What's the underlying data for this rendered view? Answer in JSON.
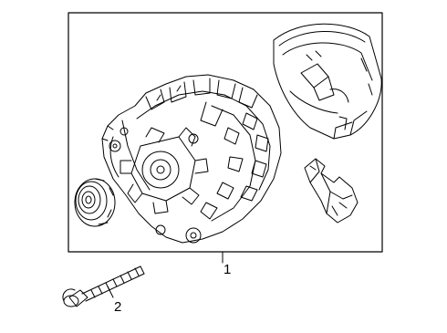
{
  "diagram": {
    "callouts": [
      {
        "id": "1",
        "text": "1"
      },
      {
        "id": "2",
        "text": "2"
      }
    ],
    "parts": [
      "alternator",
      "pulley",
      "fan-shroud",
      "voltage-regulator",
      "mounting-bolt"
    ]
  }
}
